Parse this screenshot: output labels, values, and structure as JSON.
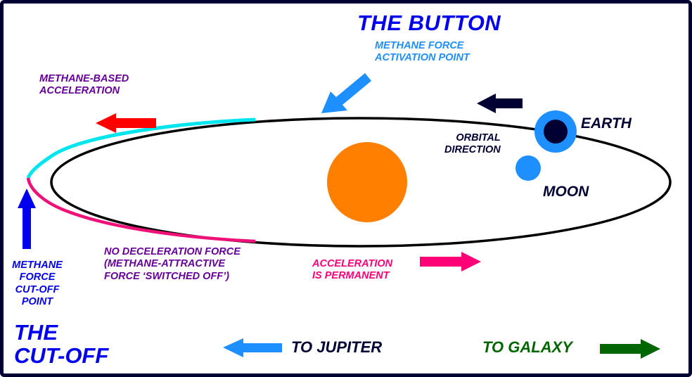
{
  "diagram": {
    "title_top": "THE BUTTON",
    "title_bottom": [
      "THE",
      "CUT-OFF"
    ],
    "labels": {
      "activation_point": [
        "METHANE FORCE",
        "ACTIVATION POINT"
      ],
      "methane_based": [
        "METHANE-BASED",
        "ACCELERATION"
      ],
      "orbital_direction": [
        "ORBITAL",
        "DIRECTION"
      ],
      "earth": "EARTH",
      "moon": "MOON",
      "no_deceleration": [
        "NO DECELERATION FORCE",
        "(METHANE-ATTRACTIVE",
        "FORCE ‘SWITCHED OFF’)"
      ],
      "acceleration_permanent": [
        "ACCELERATION",
        "IS PERMANENT"
      ],
      "cutoff_point": [
        "METHANE",
        "FORCE",
        "CUT-OFF",
        "POINT"
      ],
      "to_jupiter": "TO JUPITER",
      "to_galaxy": "TO GALAXY"
    },
    "bodies": [
      "sun",
      "earth",
      "moon"
    ],
    "icons": [
      "arrow-left-red",
      "arrow-down-left-blue",
      "arrow-left-navy",
      "arrow-up-blue",
      "arrow-right-pink",
      "arrow-left-blue",
      "arrow-right-green"
    ],
    "colors": {
      "frame": "#000033",
      "sun": "#ff8000",
      "earth_ring": "#1e8fff",
      "earth_core": "#000033",
      "moon": "#1e8fff",
      "orbit": "#000000",
      "accel_path": "#00e5ee",
      "coast_path": "#ee1177",
      "title_blue": "#0000ee",
      "purple_text": "#660099",
      "pink": "#ff0077",
      "green": "#006600",
      "red_arrow": "#ff0000",
      "light_blue": "#1e8fff"
    }
  }
}
